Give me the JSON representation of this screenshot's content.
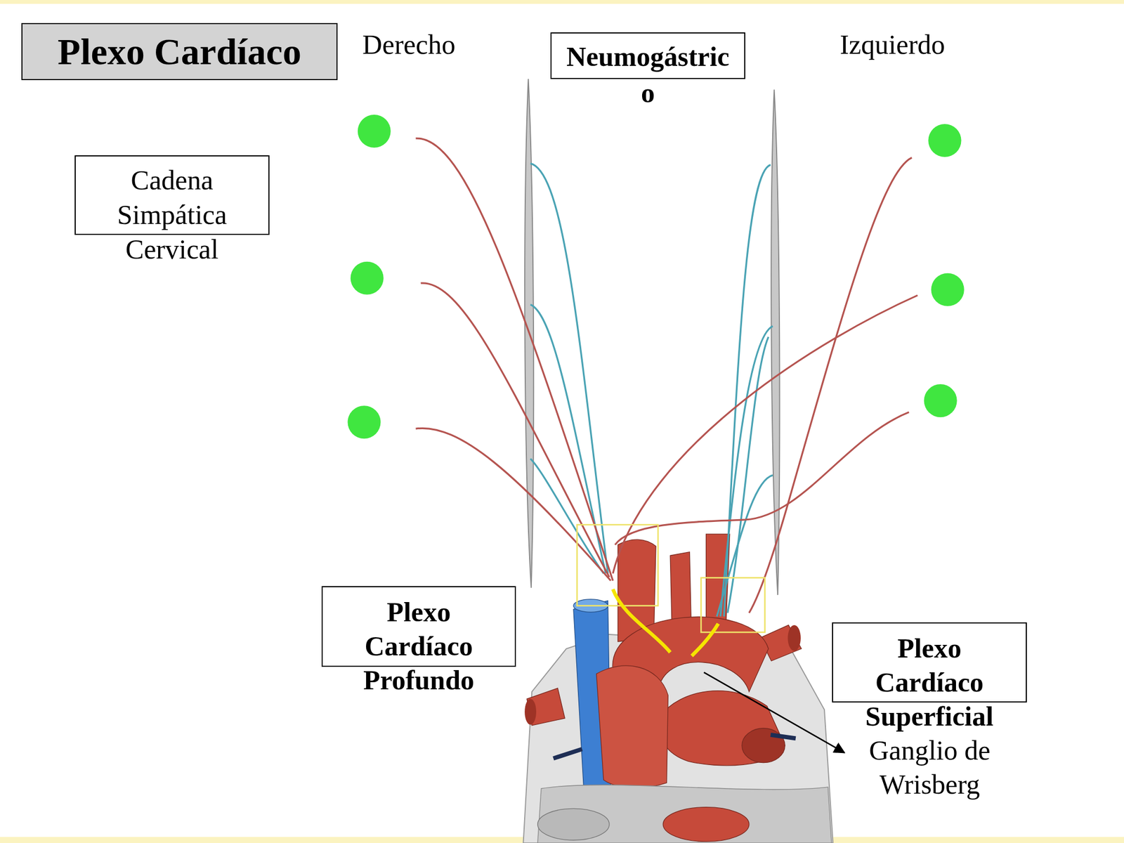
{
  "diagram": {
    "title": "Plexo Cardíaco",
    "nodes": [
      {
        "text": [
          "Neumogástric o"
        ]
      },
      {
        "text": [
          "Cadena Simpática Cervical"
        ]
      },
      {
        "text": [
          "Plexo Cardíaco Profundo"
        ]
      },
      {
        "text": [
          "Plexo Cardíaco Superficial"
        ]
      }
    ],
    "labels": [
      "Derecho",
      "Izquierdo",
      "Ganglio de Wrisberg"
    ]
  }
}
